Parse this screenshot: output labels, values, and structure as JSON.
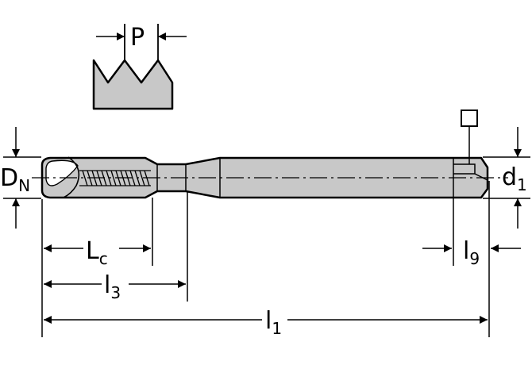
{
  "labels": {
    "pitch": {
      "main": "P"
    },
    "nominal_diameter": {
      "main": "D",
      "sub": "N"
    },
    "chamfer_length": {
      "main": "L",
      "sub": "c"
    },
    "thread_length": {
      "main": "l",
      "sub": "3"
    },
    "total_length": {
      "main": "l",
      "sub": "1"
    },
    "shank_diameter": {
      "main": "d",
      "sub": "1"
    },
    "square_length": {
      "main": "l",
      "sub": "9"
    }
  },
  "colors": {
    "line": "#000000",
    "fill": "#c8c8c8",
    "background": "#ffffff"
  }
}
